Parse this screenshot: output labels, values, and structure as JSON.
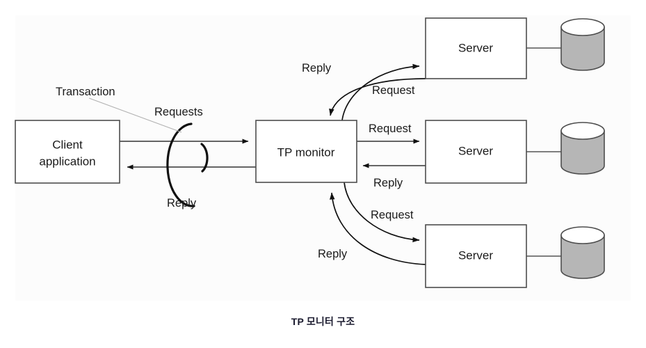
{
  "figure": {
    "caption": "TP 모니터 구조",
    "background_color": "#ffffff",
    "panel_color": "#fcfcfc"
  },
  "colors": {
    "box_fill": "#ffffff",
    "box_stroke": "#4d4d4d",
    "cylinder_fill": "#b6b6b6",
    "cylinder_top_fill": "#ffffff",
    "line": "#333333",
    "arrow": "#111111",
    "leader": "#b0b0b0",
    "text": "#1a1a1a",
    "caption_text": "#1a1a2e"
  },
  "nodes": {
    "client": {
      "label_line1": "Client",
      "label_line2": "application"
    },
    "tp_monitor": {
      "label": "TP monitor"
    },
    "server_top": {
      "label": "Server"
    },
    "server_middle": {
      "label": "Server"
    },
    "server_bottom": {
      "label": "Server"
    },
    "database_top": {
      "label": ""
    },
    "database_middle": {
      "label": ""
    },
    "database_bottom": {
      "label": ""
    }
  },
  "labels": {
    "transaction": "Transaction",
    "client_requests": "Requests",
    "client_reply": "Reply",
    "top_reply": "Reply",
    "top_request": "Request",
    "middle_request": "Request",
    "middle_reply": "Reply",
    "bottom_request": "Request",
    "bottom_reply": "Reply"
  },
  "chart_data": {
    "type": "diagram",
    "title": "TP 모니터 구조",
    "nodes": [
      {
        "id": "client",
        "label": "Client application",
        "shape": "rect"
      },
      {
        "id": "tp_monitor",
        "label": "TP monitor",
        "shape": "rect"
      },
      {
        "id": "server_top",
        "label": "Server",
        "shape": "rect"
      },
      {
        "id": "server_middle",
        "label": "Server",
        "shape": "rect"
      },
      {
        "id": "server_bottom",
        "label": "Server",
        "shape": "rect"
      },
      {
        "id": "db_top",
        "label": "",
        "shape": "cylinder"
      },
      {
        "id": "db_middle",
        "label": "",
        "shape": "cylinder"
      },
      {
        "id": "db_bottom",
        "label": "",
        "shape": "cylinder"
      }
    ],
    "edges": [
      {
        "from": "client",
        "to": "tp_monitor",
        "label": "Requests",
        "style": "straight-arrow"
      },
      {
        "from": "tp_monitor",
        "to": "client",
        "label": "Reply",
        "style": "straight-arrow"
      },
      {
        "from": "tp_monitor",
        "to": "server_top",
        "label": "Request",
        "style": "curved-arrow"
      },
      {
        "from": "server_top",
        "to": "tp_monitor",
        "label": "Reply",
        "style": "curved-arrow"
      },
      {
        "from": "tp_monitor",
        "to": "server_middle",
        "label": "Request",
        "style": "straight-arrow"
      },
      {
        "from": "server_middle",
        "to": "tp_monitor",
        "label": "Reply",
        "style": "straight-arrow"
      },
      {
        "from": "tp_monitor",
        "to": "server_bottom",
        "label": "Request",
        "style": "curved-arrow"
      },
      {
        "from": "server_bottom",
        "to": "tp_monitor",
        "label": "Reply",
        "style": "curved-arrow"
      },
      {
        "from": "server_top",
        "to": "db_top",
        "label": "",
        "style": "plain-line"
      },
      {
        "from": "server_middle",
        "to": "db_middle",
        "label": "",
        "style": "plain-line"
      },
      {
        "from": "server_bottom",
        "to": "db_bottom",
        "label": "",
        "style": "plain-line"
      }
    ],
    "annotations": [
      {
        "text": "Transaction",
        "points_to": "transaction-bracket"
      }
    ]
  }
}
